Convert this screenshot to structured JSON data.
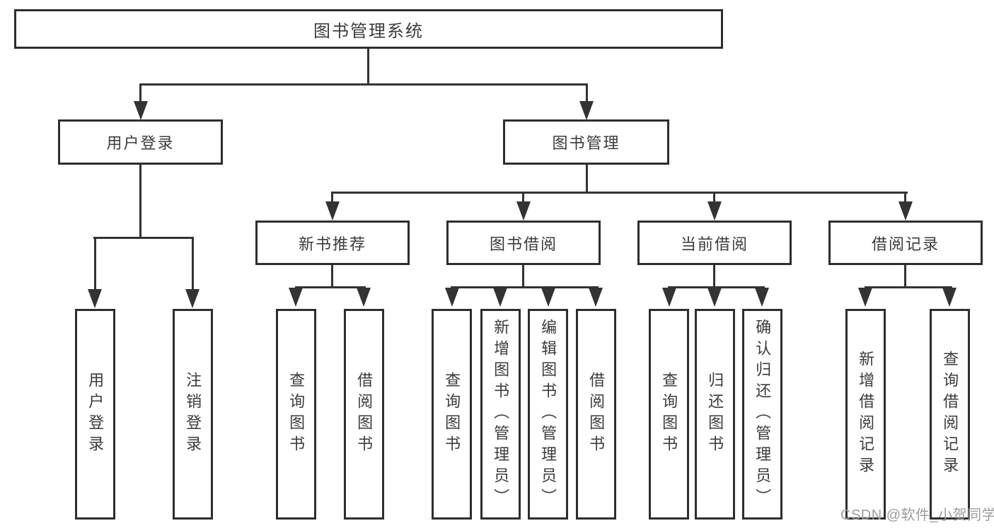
{
  "diagram": {
    "type": "hierarchy-tree",
    "root": {
      "label": "图书管理系统"
    },
    "level2": [
      {
        "label": "用户登录"
      },
      {
        "label": "图书管理"
      }
    ],
    "level3": [
      {
        "label": "新书推荐"
      },
      {
        "label": "图书借阅"
      },
      {
        "label": "当前借阅"
      },
      {
        "label": "借阅记录"
      }
    ],
    "leaves": {
      "user_login": [
        "用户登录",
        "注销登录"
      ],
      "new_book_rec": [
        "查询图书",
        "借阅图书"
      ],
      "book_borrow": [
        "查询图书",
        "新增图书（管理员）",
        "编辑图书（管理员）",
        "借阅图书"
      ],
      "current_borrow": [
        "查询图书",
        "归还图书",
        "确认归还（管理员）"
      ],
      "borrow_records": [
        "新增借阅记录",
        "查询借阅记录"
      ]
    },
    "colors": {
      "line": "#333333",
      "border": "#2e2e2e",
      "text": "#3b3b3b",
      "background": "#ffffff",
      "watermark": "#9c9c9c"
    }
  },
  "watermark": "CSDN @软件_小贺同学"
}
